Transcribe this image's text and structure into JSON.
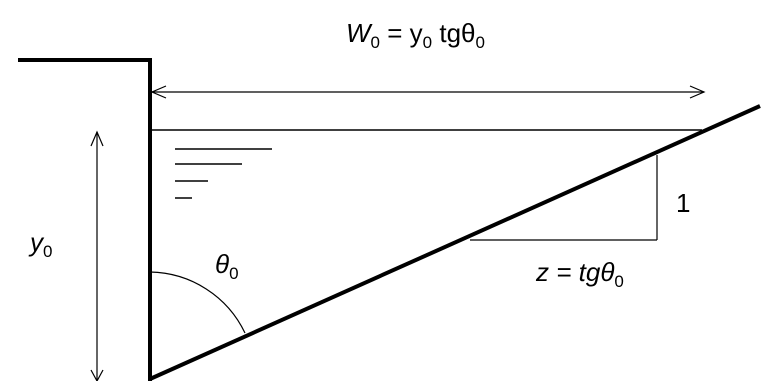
{
  "labels": {
    "top_width": {
      "main": "W",
      "sub": "0",
      "eq": " = y",
      "sub2": "0",
      "tail": " tgθ",
      "sub3": "0"
    },
    "depth": {
      "main": "y",
      "sub": "0"
    },
    "angle": {
      "main": "θ",
      "sub": "0"
    },
    "slope_vertical": "1",
    "slope_horizontal": {
      "main": "z = tgθ",
      "sub": "0"
    }
  },
  "colors": {
    "line": "#000000",
    "background": "#ffffff"
  }
}
